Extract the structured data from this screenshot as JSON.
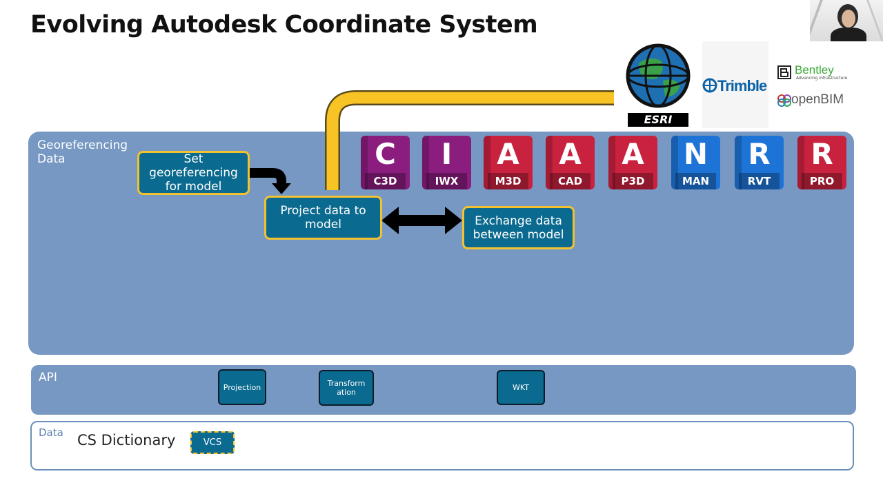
{
  "title": "Evolving Autodesk Coordinate System",
  "geo_panel": {
    "label": "Georeferencing Data"
  },
  "api_panel": {
    "label": "API"
  },
  "data_panel": {
    "label": "Data",
    "dictionary": "CS Dictionary"
  },
  "boxes": {
    "set_geo": "Set georeferencing for model",
    "project": "Project data to model",
    "exchange": "Exchange data between model",
    "projection": "Projection",
    "transformation": "Transform ation",
    "wkt": "WKT",
    "vcs": "VCS"
  },
  "products": [
    {
      "letter": "C",
      "abbr": "C3D",
      "color": "#8b1d7f"
    },
    {
      "letter": "I",
      "abbr": "IWX",
      "color": "#8b1d7f"
    },
    {
      "letter": "A",
      "abbr": "M3D",
      "color": "#c8223f"
    },
    {
      "letter": "A",
      "abbr": "CAD",
      "color": "#c8223f"
    },
    {
      "letter": "A",
      "abbr": "P3D",
      "color": "#c8223f"
    },
    {
      "letter": "N",
      "abbr": "MAN",
      "color": "#1e73d6"
    },
    {
      "letter": "R",
      "abbr": "RVT",
      "color": "#1e73d6"
    },
    {
      "letter": "R",
      "abbr": "PRO",
      "color": "#c8223f"
    }
  ],
  "logos": {
    "esri": "ESRI",
    "trimble": "Trimble",
    "bentley": "Bentley",
    "bentley_tagline": "Advancing Infrastructure",
    "openbim": "openBIM"
  },
  "colors": {
    "panel": "#7698c3",
    "box_fill": "#0b6a8f",
    "box_border": "#f2c230",
    "connector_yellow": "#f7c325"
  }
}
